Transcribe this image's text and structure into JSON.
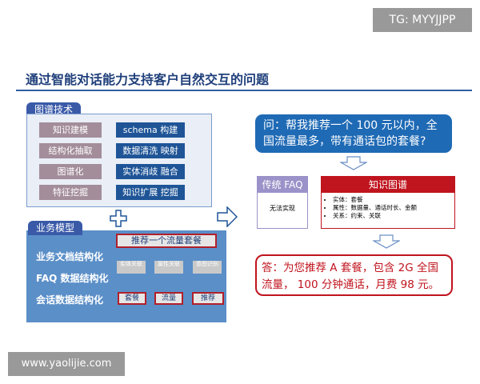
{
  "watermark_tg": "TG: MYYJJPP",
  "site": "www.yaolijie.com",
  "title": "通过智能对话能力支持客户自然交互的问题",
  "graph_tech": {
    "label": "图谱技术",
    "left": [
      "知识建模",
      "结构化抽取",
      "图谱化",
      "特征挖掘"
    ],
    "right": [
      "schema 构建",
      "数据清洗 映射",
      "实体消歧 融合",
      "知识扩展 挖掘"
    ]
  },
  "biz_model": {
    "label": "业务模型",
    "items": [
      "业务文档结构化",
      "FAQ 数据结构化",
      "会话数据结构化"
    ],
    "query": "推荐一个流量套餐",
    "relations": [
      "实体关联",
      "属性关联",
      "意图识别"
    ],
    "outputs": [
      "套餐",
      "流量",
      "推荐"
    ]
  },
  "question": "问：帮我推荐一个 100 元以内，全国流量最多，带有通话包的套餐?",
  "faq": {
    "label": "传统 FAQ",
    "body": "无法实现"
  },
  "kg": {
    "label": "知识图谱",
    "bullets": [
      "实体：套餐",
      "属性：数据量、通话时长、金额",
      "关系：约束、关联"
    ]
  },
  "answer": "答：为您推荐 A 套餐，包含 2G 全国流量， 100 分钟通话，月费 98 元。",
  "colors": {
    "primary": "#1f6ab5",
    "accent": "#c0141e"
  }
}
